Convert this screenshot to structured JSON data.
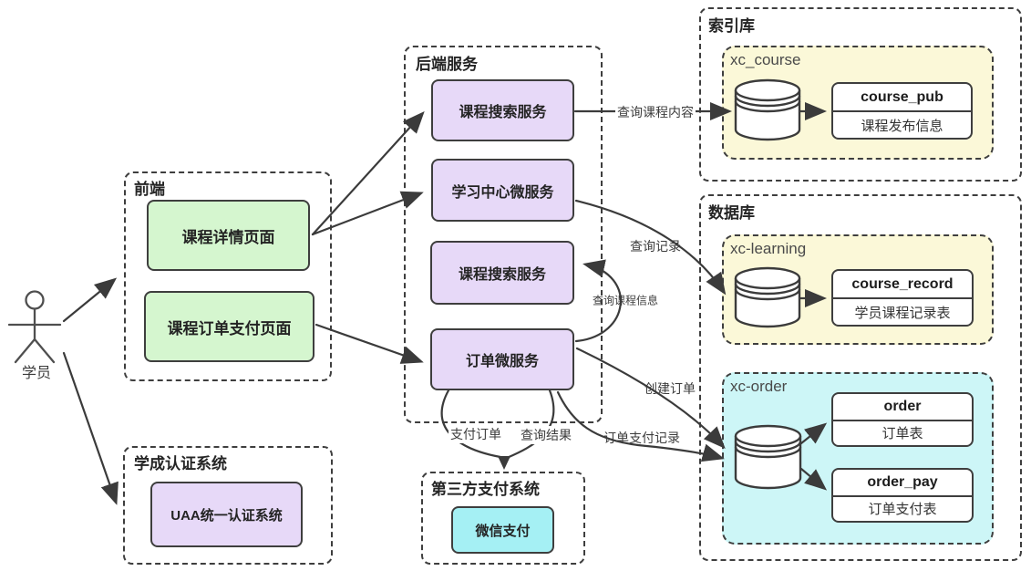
{
  "colors": {
    "frontend_node": "#d5f6cf",
    "service_node": "#e7d9f8",
    "index_db_bg": "#fbf8d8",
    "order_db_bg": "#cdf6f7",
    "wechat_node": "#a5f0f4",
    "line": "#3b3b3b"
  },
  "actor": {
    "label": "学员"
  },
  "frontend": {
    "title": "前端",
    "nodes": [
      {
        "label": "课程详情页面"
      },
      {
        "label": "课程订单支付页面"
      }
    ]
  },
  "backend": {
    "title": "后端服务",
    "nodes": [
      {
        "label": "课程搜索服务"
      },
      {
        "label": "学习中心微服务"
      },
      {
        "label": "课程搜索服务"
      },
      {
        "label": "订单微服务"
      }
    ]
  },
  "auth": {
    "title": "学成认证系统",
    "nodes": [
      {
        "label": "UAA统一认证系统"
      }
    ]
  },
  "payment": {
    "title": "第三方支付系统",
    "nodes": [
      {
        "label": "微信支付"
      }
    ]
  },
  "index_store": {
    "title": "索引库",
    "db": {
      "name": "xc_course",
      "table": {
        "name": "course_pub",
        "desc": "课程发布信息"
      }
    }
  },
  "database": {
    "title": "数据库",
    "learning_db": {
      "name": "xc-learning",
      "table": {
        "name": "course_record",
        "desc": "学员课程记录表"
      }
    },
    "order_db": {
      "name": "xc-order",
      "tables": [
        {
          "name": "order",
          "desc": "订单表"
        },
        {
          "name": "order_pay",
          "desc": "订单支付表"
        }
      ]
    }
  },
  "edges": {
    "query_course_content": "查询课程内容",
    "query_record": "查询记录",
    "query_course_info": "查询课程信息",
    "create_order": "创建订单",
    "order_pay_record": "订单支付记录",
    "pay_order": "支付订单",
    "query_result": "查询结果"
  }
}
